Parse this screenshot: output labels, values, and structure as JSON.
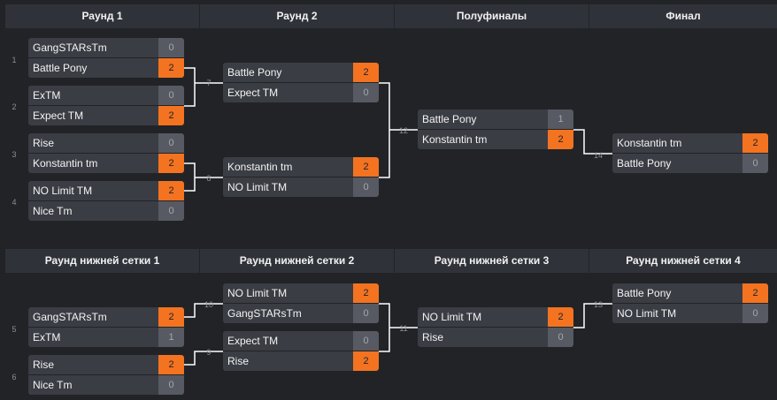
{
  "headers": [
    {
      "id": "upper-r1",
      "label": "Раунд 1"
    },
    {
      "id": "upper-r2",
      "label": "Раунд 2"
    },
    {
      "id": "upper-semi",
      "label": "Полуфиналы"
    },
    {
      "id": "upper-final",
      "label": "Финал"
    },
    {
      "id": "lower-r1",
      "label": "Раунд нижней сетки 1"
    },
    {
      "id": "lower-r2",
      "label": "Раунд нижней сетки 2"
    },
    {
      "id": "lower-r3",
      "label": "Раунд нижней сетки 3"
    },
    {
      "id": "lower-r4",
      "label": "Раунд нижней сетки 4"
    }
  ],
  "matches": [
    {
      "num": "1",
      "t1": {
        "name": "GangSTARsTm",
        "score": "0",
        "win": false
      },
      "t2": {
        "name": "Battle Pony",
        "score": "2",
        "win": true
      }
    },
    {
      "num": "2",
      "t1": {
        "name": "ExTM",
        "score": "0",
        "win": false
      },
      "t2": {
        "name": "Expect TM",
        "score": "2",
        "win": true
      }
    },
    {
      "num": "3",
      "t1": {
        "name": "Rise",
        "score": "0",
        "win": false
      },
      "t2": {
        "name": "Konstantin tm",
        "score": "2",
        "win": true
      }
    },
    {
      "num": "4",
      "t1": {
        "name": "NO Limit TM",
        "score": "2",
        "win": true
      },
      "t2": {
        "name": "Nice Tm",
        "score": "0",
        "win": false
      }
    },
    {
      "num": "7",
      "t1": {
        "name": "Battle Pony",
        "score": "2",
        "win": true
      },
      "t2": {
        "name": "Expect TM",
        "score": "0",
        "win": false
      }
    },
    {
      "num": "8",
      "t1": {
        "name": "Konstantin tm",
        "score": "2",
        "win": true
      },
      "t2": {
        "name": "NO Limit TM",
        "score": "0",
        "win": false
      }
    },
    {
      "num": "12",
      "t1": {
        "name": "Battle Pony",
        "score": "1",
        "win": false
      },
      "t2": {
        "name": "Konstantin tm",
        "score": "2",
        "win": true
      }
    },
    {
      "num": "14",
      "t1": {
        "name": "Konstantin tm",
        "score": "2",
        "win": true
      },
      "t2": {
        "name": "Battle Pony",
        "score": "0",
        "win": false
      }
    },
    {
      "num": "5",
      "t1": {
        "name": "GangSTARsTm",
        "score": "2",
        "win": true
      },
      "t2": {
        "name": "ExTM",
        "score": "1",
        "win": false
      }
    },
    {
      "num": "6",
      "t1": {
        "name": "Rise",
        "score": "2",
        "win": true
      },
      "t2": {
        "name": "Nice Tm",
        "score": "0",
        "win": false
      }
    },
    {
      "num": "10",
      "t1": {
        "name": "NO Limit TM",
        "score": "2",
        "win": true
      },
      "t2": {
        "name": "GangSTARsTm",
        "score": "0",
        "win": false
      }
    },
    {
      "num": "9",
      "t1": {
        "name": "Expect TM",
        "score": "0",
        "win": false
      },
      "t2": {
        "name": "Rise",
        "score": "2",
        "win": true
      }
    },
    {
      "num": "11",
      "t1": {
        "name": "NO Limit TM",
        "score": "2",
        "win": true
      },
      "t2": {
        "name": "Rise",
        "score": "0",
        "win": false
      }
    },
    {
      "num": "13",
      "t1": {
        "name": "Battle Pony",
        "score": "2",
        "win": true
      },
      "t2": {
        "name": "NO Limit TM",
        "score": "0",
        "win": false
      }
    }
  ],
  "colors": {
    "background": "#222327",
    "header": "#30323a",
    "team_row": "#3b3d44",
    "score_loss": "#575a62",
    "score_win": "#f37320",
    "connector": "#ffffff"
  }
}
